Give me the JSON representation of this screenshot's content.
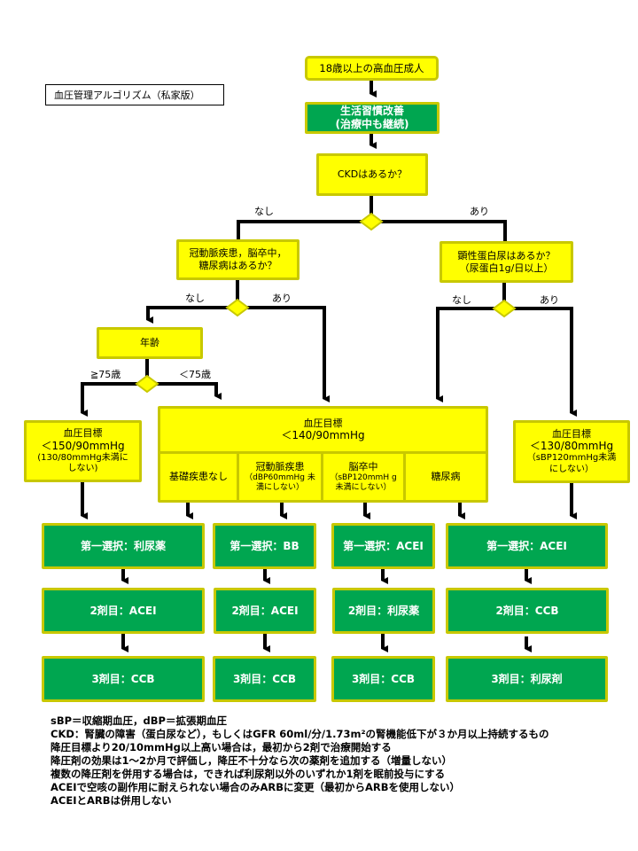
{
  "title": "血圧管理アルゴリズム（私家版）",
  "nodes": {
    "start": "18歳以上の高血圧成人",
    "lifestyle": [
      "生活習慣改善",
      "(治療中も継続)"
    ],
    "ckd_question": "CKDはあるか？",
    "comorbidity_question": [
      "冠動脈疾患，脳卒中，",
      "糖尿病はあるか？"
    ],
    "proteinuria_question": [
      "顕性蛋白尿はあるか？",
      "（尿蛋白1g/日以上）"
    ],
    "age": "年齢",
    "target_elderly": [
      "血圧目標",
      "＜150/90mmHg",
      "(130/80mmHg未満に",
      "しない)"
    ],
    "target_general": {
      "header": [
        "血圧目標",
        "＜140/90mmHg"
      ],
      "cells": [
        {
          "label": "基礎疾患なし",
          "note": ""
        },
        {
          "label": "冠動脈疾患",
          "note": "（dBP60mmHg 未満にしない）"
        },
        {
          "label": "脳卒中",
          "note": "（sBP120mmH g未満にしない）"
        },
        {
          "label": "糖尿病",
          "note": ""
        }
      ]
    },
    "target_ckd": [
      "血圧目標",
      "＜130/80mmHg",
      "（sBP120mmHg未満",
      "にしない）"
    ]
  },
  "branch_labels": {
    "ckd_no": "なし",
    "ckd_yes": "あり",
    "comorb_no": "なし",
    "comorb_yes": "あり",
    "prot_no": "なし",
    "prot_yes": "あり",
    "age_old": "≧75歳",
    "age_young": "＜75歳"
  },
  "treatment_columns": [
    {
      "first": "第一選択：利尿薬",
      "second": "2剤目：ACEI",
      "third": "3剤目：CCB"
    },
    {
      "first": "第一選択：BB",
      "second": "2剤目：ACEI",
      "third": "3剤目：CCB"
    },
    {
      "first": "第一選択：ACEI",
      "second": "2剤目：利尿薬",
      "third": "3剤目：CCB"
    },
    {
      "first": "第一選択：ACEI",
      "second": "2剤目：CCB",
      "third": "3剤目：利尿剤"
    }
  ],
  "notes": [
    "sBP＝収縮期血圧，dBP＝拡張期血圧",
    "CKD：腎臓の障害（蛋白尿など），もしくはGFR 60ml/分/1.73m²の腎機能低下が３か月以上持続するもの",
    "降圧目標より20/10mmHg以上高い場合は，最初から2剤で治療開始する",
    "降圧剤の効果は1～2か月で評価し，降圧不十分なら次の薬剤を追加する（増量しない）",
    "複数の降圧剤を併用する場合は，できれば利尿剤以外のいずれか1剤を眠前投与にする",
    "ACEIで空咳の副作用に耐えられない場合のみARBに変更（最初からARBを使用しない）",
    "ACEIとARBは併用しない"
  ],
  "colors": {
    "yellow": "#ffff00",
    "yellow_border": "#c8c800",
    "green": "#00a650",
    "line": "#000000"
  }
}
